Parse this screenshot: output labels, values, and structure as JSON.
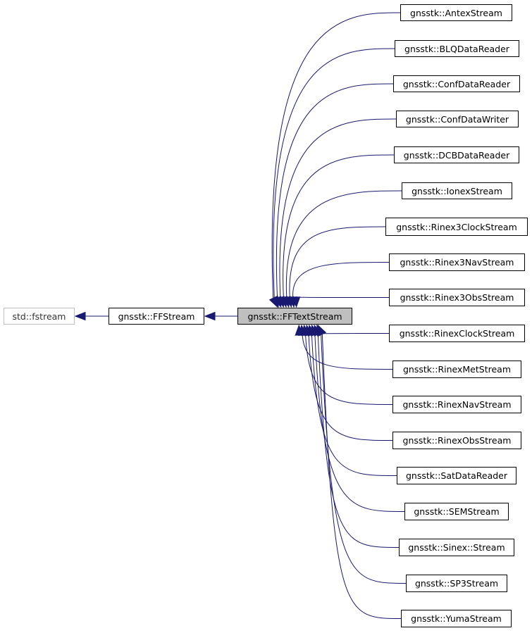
{
  "nodes": {
    "std_fstream": "std::fstream",
    "ffstream": "gnsstk::FFStream",
    "fftextstream": "gnsstk::FFTextStream",
    "children": [
      "gnsstk::AntexStream",
      "gnsstk::BLQDataReader",
      "gnsstk::ConfDataReader",
      "gnsstk::ConfDataWriter",
      "gnsstk::DCBDataReader",
      "gnsstk::IonexStream",
      "gnsstk::Rinex3ClockStream",
      "gnsstk::Rinex3NavStream",
      "gnsstk::Rinex3ObsStream",
      "gnsstk::RinexClockStream",
      "gnsstk::RinexMetStream",
      "gnsstk::RinexNavStream",
      "gnsstk::RinexObsStream",
      "gnsstk::SatDataReader",
      "gnsstk::SEMStream",
      "gnsstk::Sinex::Stream",
      "gnsstk::SP3Stream",
      "gnsstk::YumaStream"
    ]
  },
  "colors": {
    "edge": "#191970",
    "focus_fill": "#bfbfbf",
    "external_border": "#bfbfbf"
  }
}
